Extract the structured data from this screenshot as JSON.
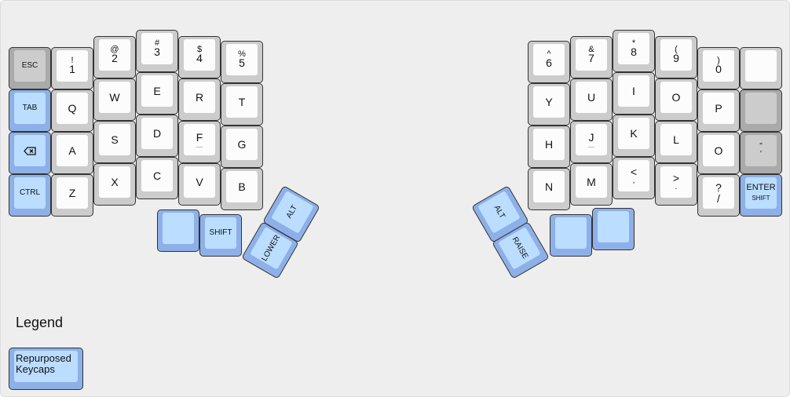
{
  "colors": {
    "background": "#eeeeee",
    "key_white": "#fcfcfc",
    "key_gray": "#cccccc",
    "key_blue_top": "#bbddff",
    "key_blue_side": "#8eb0e8"
  },
  "left": {
    "col0": [
      {
        "label": "ESC",
        "style": "gray"
      },
      {
        "label": "TAB",
        "style": "blue"
      },
      {
        "label": "⌫",
        "icon": "backspace-icon",
        "style": "blue"
      },
      {
        "label": "CTRL",
        "style": "blue"
      }
    ],
    "col1": [
      {
        "shift": "!",
        "label": "1"
      },
      {
        "label": "Q"
      },
      {
        "label": "A"
      },
      {
        "label": "Z"
      }
    ],
    "col2": [
      {
        "shift": "@",
        "label": "2"
      },
      {
        "label": "W"
      },
      {
        "label": "S"
      },
      {
        "label": "X"
      }
    ],
    "col3": [
      {
        "shift": "#",
        "label": "3"
      },
      {
        "label": "E"
      },
      {
        "label": "D"
      },
      {
        "label": "C"
      }
    ],
    "col4": [
      {
        "shift": "$",
        "label": "4"
      },
      {
        "label": "R"
      },
      {
        "label": "F",
        "homing": true
      },
      {
        "label": "V"
      }
    ],
    "col5": [
      {
        "shift": "%",
        "label": "5"
      },
      {
        "label": "T"
      },
      {
        "label": "G"
      },
      {
        "label": "B"
      }
    ],
    "thumbs": [
      {
        "label": ""
      },
      {
        "label": "SHIFT"
      },
      {
        "label": "ALT"
      },
      {
        "label": "LOWER"
      }
    ]
  },
  "right": {
    "col6": [
      {
        "shift": "^",
        "label": "6"
      },
      {
        "label": "Y"
      },
      {
        "label": "H"
      },
      {
        "label": "N"
      }
    ],
    "col7": [
      {
        "shift": "&",
        "label": "7"
      },
      {
        "label": "U"
      },
      {
        "label": "J",
        "homing": true
      },
      {
        "label": "M"
      }
    ],
    "col8": [
      {
        "shift": "*",
        "label": "8"
      },
      {
        "label": "I"
      },
      {
        "label": "K"
      },
      {
        "shift": "<",
        "label": ","
      }
    ],
    "col9": [
      {
        "shift": "(",
        "label": "9"
      },
      {
        "label": "O"
      },
      {
        "label": "L"
      },
      {
        "shift": ">",
        "label": "."
      }
    ],
    "col10": [
      {
        "shift": ")",
        "label": "0"
      },
      {
        "label": "P"
      },
      {
        "label": "O"
      },
      {
        "shift": "?",
        "label": "/"
      }
    ],
    "col11": [
      {
        "label": "",
        "style": "white"
      },
      {
        "label": "",
        "style": "gray"
      },
      {
        "shift": "\"",
        "label": "'",
        "style": "gray"
      },
      {
        "label": "ENTER",
        "sub": "SHIFT",
        "style": "blue"
      }
    ],
    "thumbs": [
      {
        "label": "ALT"
      },
      {
        "label": "RAISE"
      },
      {
        "label": ""
      },
      {
        "label": ""
      }
    ]
  },
  "legend": {
    "title": "Legend",
    "items": [
      {
        "label": "Repurposed Keycaps",
        "line1": "Repurposed",
        "line2": "Keycaps",
        "color": "#bbddff"
      }
    ]
  }
}
